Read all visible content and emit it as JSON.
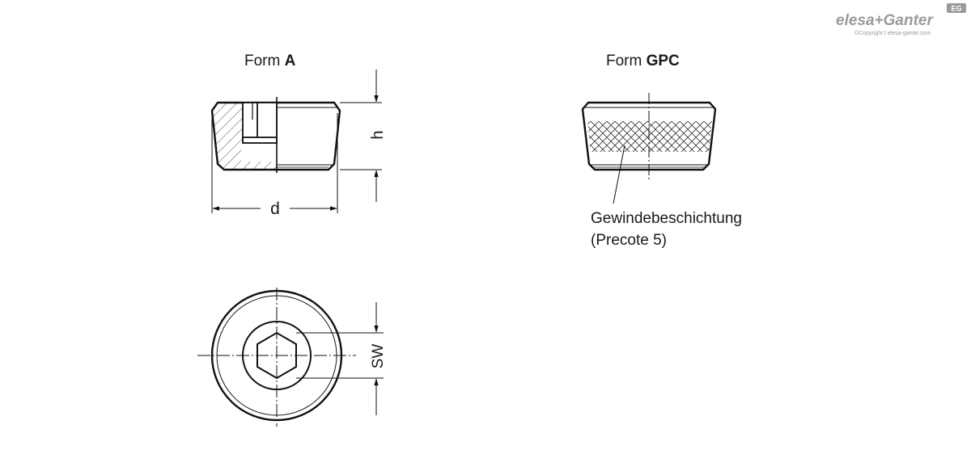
{
  "brand": {
    "logo_text": "elesa+Ganter",
    "badge": "EG",
    "copyright": "©Copyright | elesa-ganter.com"
  },
  "form_a": {
    "title_prefix": "Form ",
    "title_bold": "A",
    "dim_h": "h",
    "dim_d": "d"
  },
  "form_gpc": {
    "title_prefix": "Form ",
    "title_bold": "GPC",
    "callout_line1": "Gewindebeschichtung",
    "callout_line2": "(Precote 5)"
  },
  "top_view": {
    "dim_sw": "SW"
  }
}
